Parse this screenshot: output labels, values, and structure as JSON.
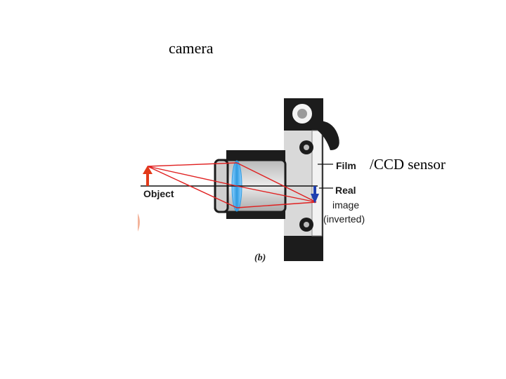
{
  "title": "camera",
  "sensor_text": "/CCD sensor",
  "labels": {
    "film": "Film",
    "object": "Object",
    "real": "Real",
    "image": "image",
    "inverted": "(inverted)",
    "caption": "(b)"
  },
  "colors": {
    "body_light": "#d9d9d9",
    "body_dark": "#1c1c1c",
    "lens": "#2f9be0",
    "ray": "#e02020",
    "object_arrow": "#e23a1a",
    "image_arrow": "#1f3fb0"
  }
}
